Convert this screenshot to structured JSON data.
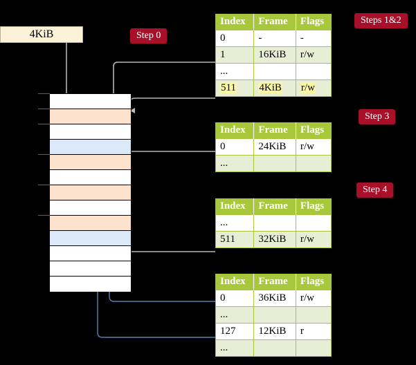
{
  "diagram": {
    "title_box": {
      "label": "4KiB"
    },
    "step_labels": [
      {
        "id": "step0",
        "text": "Step 0"
      },
      {
        "id": "steps12",
        "text": "Steps 1&2"
      },
      {
        "id": "step3",
        "text": "Step 3"
      },
      {
        "id": "step4",
        "text": "Step 4"
      }
    ],
    "memory_column": {
      "rows": [
        {
          "fill": "white"
        },
        {
          "fill": "peach"
        },
        {
          "fill": "white"
        },
        {
          "fill": "blue"
        },
        {
          "fill": "peach"
        },
        {
          "fill": "white"
        },
        {
          "fill": "peach"
        },
        {
          "fill": "white"
        },
        {
          "fill": "peach"
        },
        {
          "fill": "blue"
        },
        {
          "fill": "white"
        },
        {
          "fill": "white"
        },
        {
          "fill": "white"
        }
      ],
      "tick_rows": [
        0,
        1,
        2,
        4,
        6,
        8
      ]
    },
    "colors": {
      "header_green": "#a8c83c",
      "row_alt_green": "#e8eed6",
      "pill_red": "#a8102a",
      "highlight_yellow": "#fbf6a2",
      "peach": "#fde3cd",
      "blue": "#dbe8f7",
      "wire_grey": "#b0b0b0",
      "wire_blue": "#5b7fb5",
      "kib_box_bg": "#fcf2d9"
    },
    "tables": [
      {
        "id": "table1",
        "headers": [
          "Index",
          "Frame",
          "Flags"
        ],
        "rows": [
          {
            "alt": false,
            "cells": [
              "0",
              "-",
              "-"
            ],
            "highlight": false
          },
          {
            "alt": true,
            "cells": [
              "1",
              "16KiB",
              "r/w"
            ],
            "highlight": false
          },
          {
            "alt": false,
            "cells": [
              "...",
              "",
              ""
            ],
            "highlight": false
          },
          {
            "alt": true,
            "cells": [
              "511",
              "4KiB",
              "r/w"
            ],
            "highlight": true
          }
        ]
      },
      {
        "id": "table2",
        "headers": [
          "Index",
          "Frame",
          "Flags"
        ],
        "rows": [
          {
            "alt": false,
            "cells": [
              "0",
              "24KiB",
              "r/w"
            ],
            "highlight": false
          },
          {
            "alt": true,
            "cells": [
              "...",
              "",
              ""
            ],
            "highlight": false
          }
        ]
      },
      {
        "id": "table3",
        "headers": [
          "Index",
          "Frame",
          "Flags"
        ],
        "rows": [
          {
            "alt": false,
            "cells": [
              "...",
              "",
              ""
            ],
            "highlight": false
          },
          {
            "alt": true,
            "cells": [
              "511",
              "32KiB",
              "r/w"
            ],
            "highlight": false
          }
        ]
      },
      {
        "id": "table4",
        "headers": [
          "Index",
          "Frame",
          "Flags"
        ],
        "rows": [
          {
            "alt": false,
            "cells": [
              "0",
              "36KiB",
              "r/w"
            ],
            "highlight": false
          },
          {
            "alt": true,
            "cells": [
              "...",
              "",
              ""
            ],
            "highlight": false
          },
          {
            "alt": false,
            "cells": [
              "127",
              "12KiB",
              "r"
            ],
            "highlight": false
          },
          {
            "alt": true,
            "cells": [
              "...",
              "",
              ""
            ],
            "highlight": false
          }
        ]
      }
    ]
  }
}
